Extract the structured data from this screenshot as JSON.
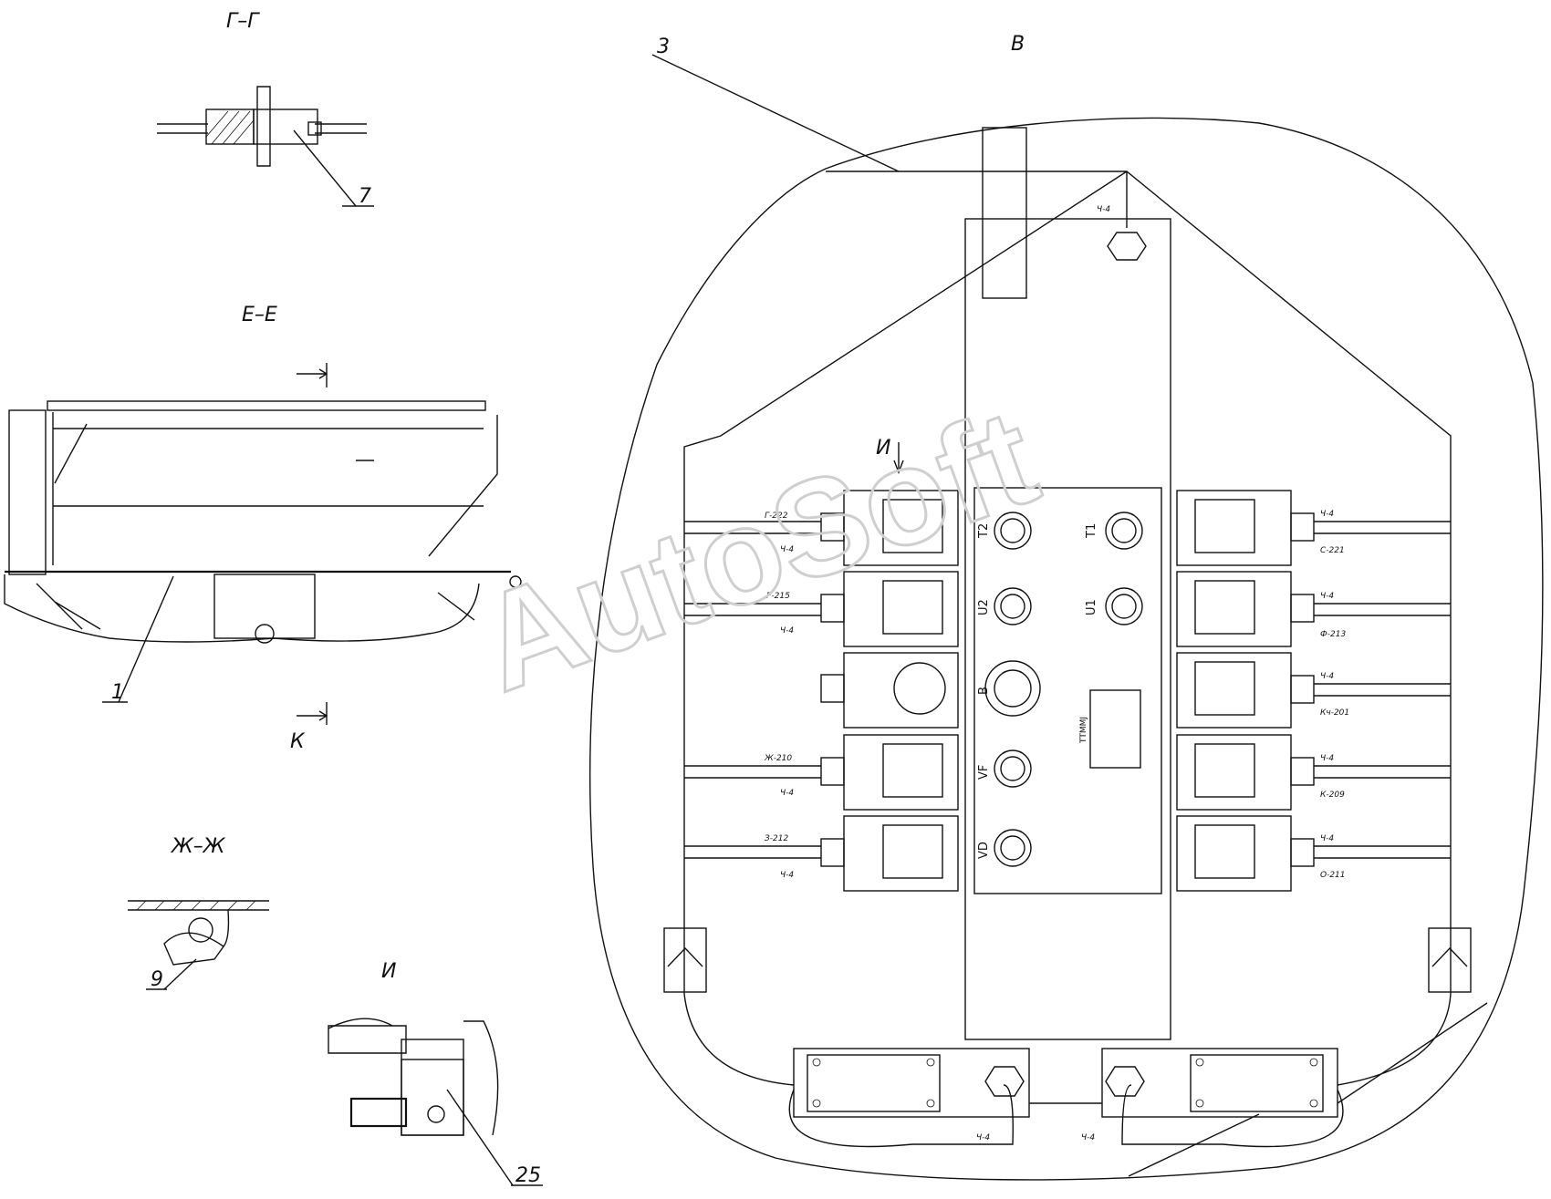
{
  "views": {
    "section_g": "Г–Г",
    "section_e": "Е–Е",
    "section_zh": "Ж–Ж",
    "view_i": "И",
    "view_v": "В",
    "arrow_k": "К",
    "arrow_i": "И"
  },
  "callouts": {
    "c1": "1",
    "c3": "3",
    "c7": "7",
    "c9": "9",
    "c25": "25"
  },
  "ports": {
    "t2": "T2",
    "t1": "T1",
    "u2": "U2",
    "u1": "U1",
    "b": "B",
    "vf": "VF",
    "vd": "VD",
    "plate": "TTMMJ"
  },
  "wires": {
    "top": "Ч-4",
    "left": [
      {
        "code": "Г-222",
        "ground": "Ч-4"
      },
      {
        "code": "Р-215",
        "ground": "Ч-4"
      },
      {
        "code": "Ж-210",
        "ground": "Ч-4"
      },
      {
        "code": "З-212",
        "ground": "Ч-4"
      }
    ],
    "right": [
      {
        "ground": "Ч-4",
        "code": "С-221"
      },
      {
        "ground": "Ч-4",
        "code": "Ф-213"
      },
      {
        "ground": "Ч-4",
        "code": "Кч-201"
      },
      {
        "ground": "Ч-4",
        "code": "К-209"
      },
      {
        "ground": "Ч-4",
        "code": "О-211"
      }
    ],
    "bottom_left": "Ч-4",
    "bottom_right": "Ч-4"
  },
  "watermark": "AutoSoft"
}
